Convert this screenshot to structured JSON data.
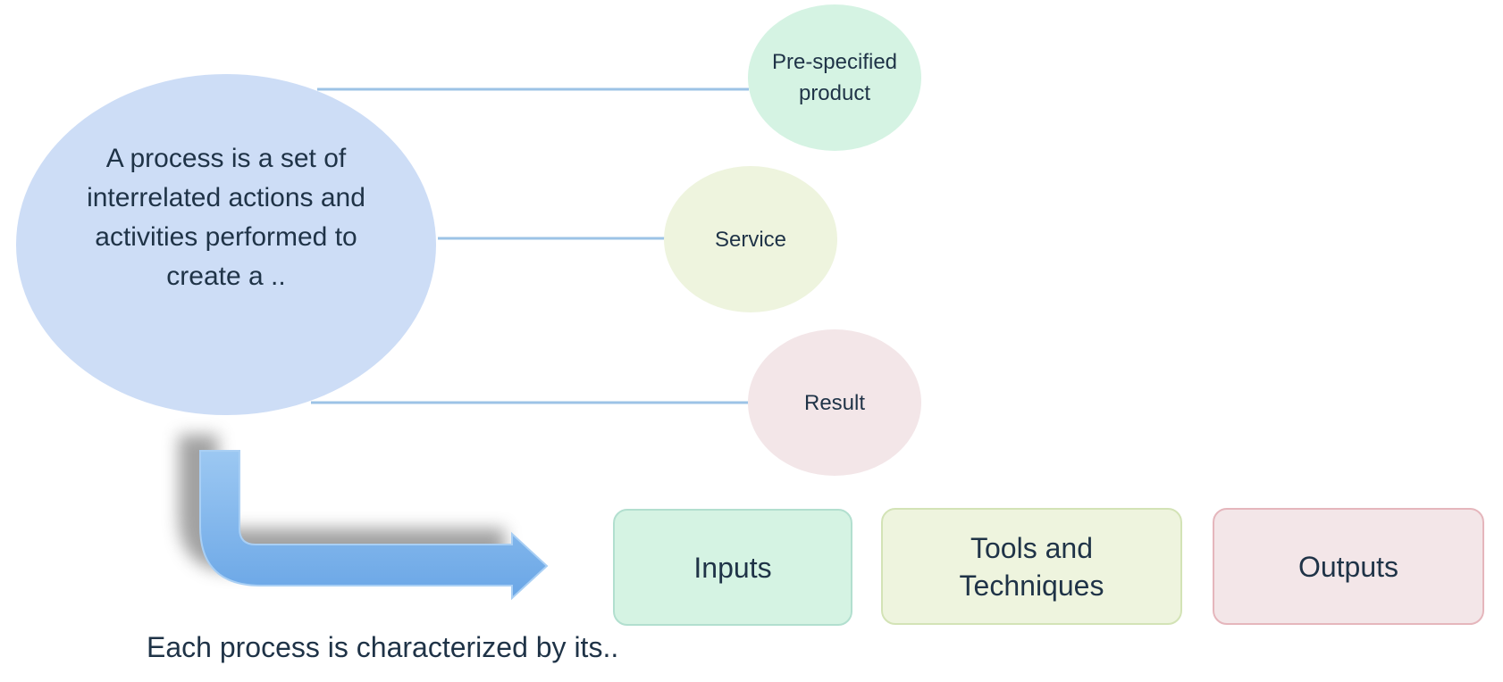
{
  "main_concept": {
    "lines": [
      "A process is a set of",
      "interrelated actions and",
      "activities performed to",
      "create a .."
    ]
  },
  "outcomes": [
    {
      "lines": [
        "Pre-specified",
        "product"
      ],
      "color": "#d5f3e3"
    },
    {
      "lines": [
        "Service"
      ],
      "color": "#eef4de"
    },
    {
      "lines": [
        "Result"
      ],
      "color": "#f3e6e8"
    }
  ],
  "characteristics": [
    {
      "lines": [
        "Inputs"
      ],
      "color": "#d5f3e3"
    },
    {
      "lines": [
        "Tools and",
        "Techniques"
      ],
      "color": "#eef4de"
    },
    {
      "lines": [
        "Outputs"
      ],
      "color": "#f3e6e8"
    }
  ],
  "caption": "Each process is characterized by its..",
  "colors": {
    "main_ellipse": "#cdddf6",
    "connector": "#9cc3e6",
    "arrow": "#7fb3ea",
    "text": "#1f3347"
  }
}
